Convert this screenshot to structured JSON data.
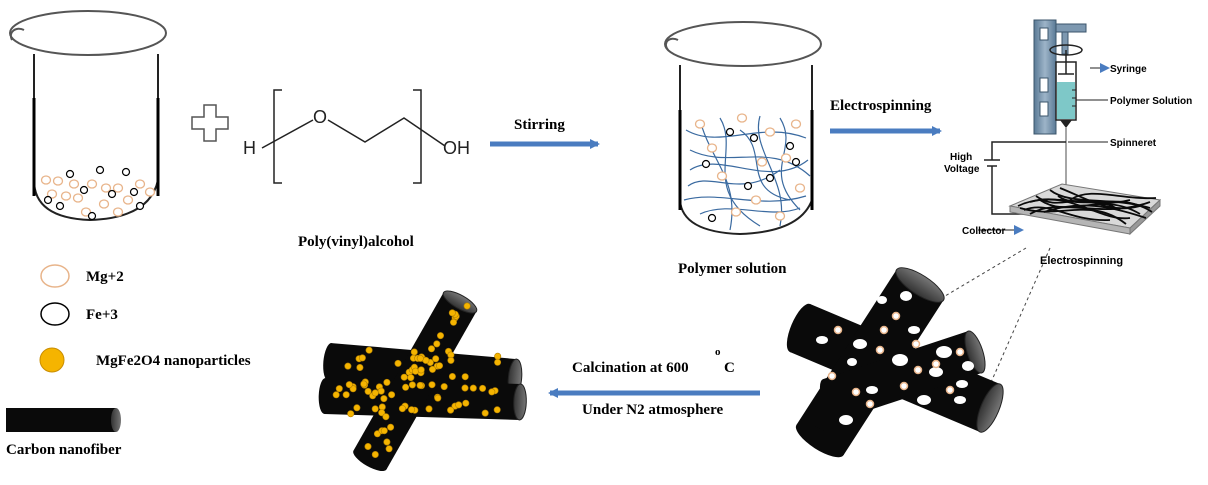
{
  "chem": {
    "h": "H",
    "o": "O",
    "oh": "OH",
    "name": "Poly(vinyl)alcohol"
  },
  "steps": {
    "stirring": "Stirring",
    "electrospinning_arrow": "Electrospinning",
    "polymer_solution": "Polymer solution",
    "calcination_line1": "Calcination at 600",
    "degree": "o",
    "celsius": "C",
    "calcination_line2": "Under N2  atmosphere"
  },
  "apparatus": {
    "syringe": "Syringe",
    "polymer_solution": "Polymer Solution",
    "spinneret": "Spinneret",
    "high": "High",
    "voltage": "Voltage",
    "collector": "Collector",
    "caption": "Electrospinning"
  },
  "legend": {
    "mg": "Mg+2",
    "fe": "Fe+3",
    "np": "MgFe2O4 nanoparticles",
    "cnf": "Carbon nanofiber"
  },
  "colors": {
    "mg_ring": "#e8b48a",
    "fe_ring": "#000000",
    "nanoparticle": "#f5b400",
    "arrow": "#4a7cc0",
    "fiber": "#0a0a0a",
    "solution_fiber": "#3a6aa0"
  }
}
